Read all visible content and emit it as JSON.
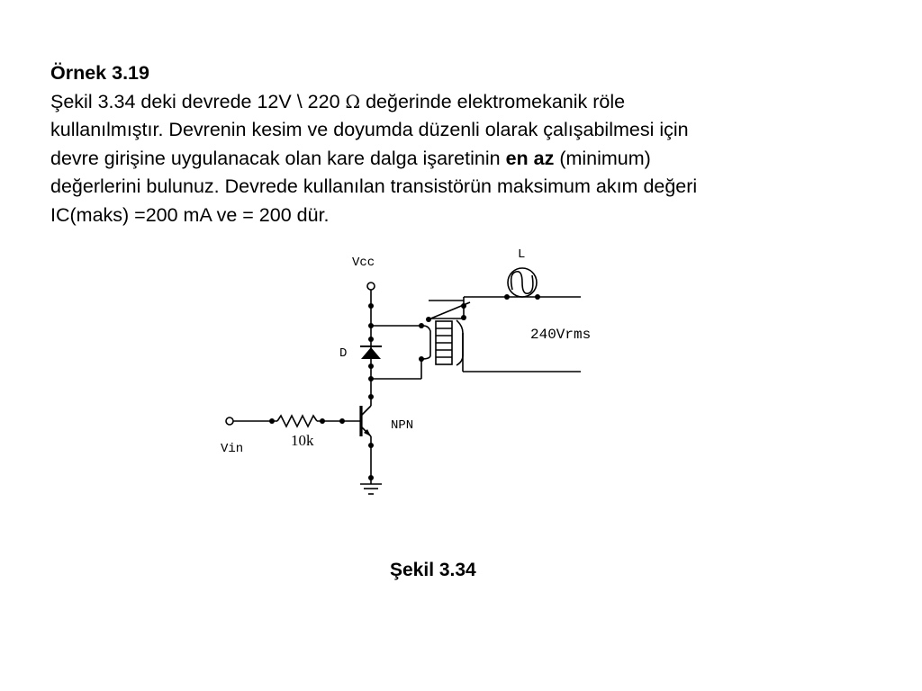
{
  "problem": {
    "title": "Örnek 3.19",
    "line1_a": "Şekil 3.34 deki devrede 12V \\ 220 ",
    "line1_omega": "Ω",
    "line1_b": " değerinde elektromekanik röle",
    "line2": "kullanılmıştır. Devrenin kesim ve doyumda düzenli olarak çalışabilmesi için",
    "line3_a": "devre girişine uygulanacak olan kare dalga işaretinin ",
    "line3_bold": "en az",
    "line3_b": " (minimum)",
    "line4": "değerlerini bulunuz. Devrede kullanılan transistörün maksimum akım değeri",
    "line5": "IC(maks) =200 mA ve  = 200 dür."
  },
  "circuit": {
    "vcc_label": "Vcc",
    "lamp_label": "L",
    "diode_label": "D",
    "source_label": "240Vrms",
    "transistor_label": "NPN",
    "input_label": "Vin",
    "resistor_label": "10k"
  },
  "caption": "Şekil 3.34"
}
